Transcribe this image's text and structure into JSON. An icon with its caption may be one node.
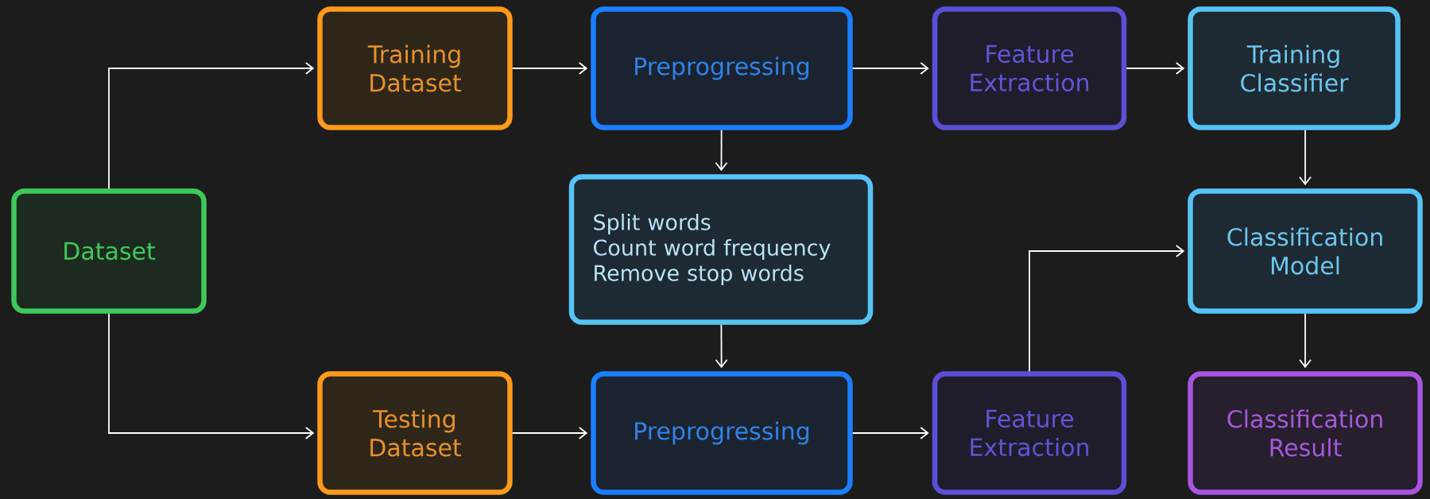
{
  "diagram": {
    "nodes": [
      {
        "text": [
          "Dataset"
        ]
      },
      {
        "text": [
          "Training Dataset"
        ]
      },
      {
        "text": [
          "Preprogressing"
        ]
      },
      {
        "text": [
          "Feature Extraction"
        ]
      },
      {
        "text": [
          "Training Classifier"
        ]
      },
      {
        "text": [
          "Split words",
          "Count word frequency",
          "Remove stop words"
        ]
      },
      {
        "text": [
          "Classification Model"
        ]
      },
      {
        "text": [
          "Testing Dataset"
        ]
      },
      {
        "text": [
          "Preprogressing"
        ]
      },
      {
        "text": [
          "Feature Extraction"
        ]
      },
      {
        "text": [
          "Classification Result"
        ]
      }
    ],
    "edges": [
      {
        "from": 0,
        "to": 1,
        "arrow": "to"
      },
      {
        "from": 1,
        "to": 2,
        "arrow": "to"
      },
      {
        "from": 2,
        "to": 3,
        "arrow": "to"
      },
      {
        "from": 3,
        "to": 4,
        "arrow": "to"
      },
      {
        "from": 2,
        "to": 5,
        "arrow": "to"
      },
      {
        "from": 5,
        "to": 8,
        "arrow": "to"
      },
      {
        "from": 4,
        "to": 6,
        "arrow": "to"
      },
      {
        "from": 0,
        "to": 7,
        "arrow": "to"
      },
      {
        "from": 7,
        "to": 8,
        "arrow": "to"
      },
      {
        "from": 8,
        "to": 9,
        "arrow": "to"
      },
      {
        "from": 9,
        "to": 6,
        "arrow": "to"
      },
      {
        "from": 6,
        "to": 10,
        "arrow": "to"
      }
    ]
  }
}
